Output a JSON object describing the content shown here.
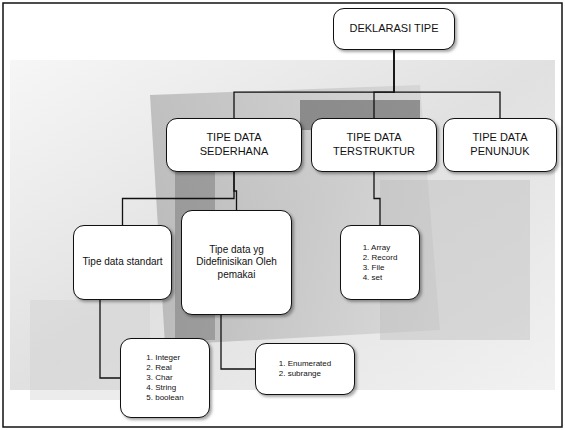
{
  "diagram": {
    "nodes": [
      {
        "text": [
          "DEKLARASI TIPE"
        ]
      },
      {
        "text": [
          "TIPE DATA SEDERHANA"
        ]
      },
      {
        "text": [
          "TIPE DATA TERSTRUKTUR"
        ]
      },
      {
        "text": [
          "TIPE DATA PENUNJUK"
        ]
      },
      {
        "text": [
          "Tipe data standart"
        ]
      },
      {
        "text": [
          "Tipe data yg Didefinisikan Oleh pemakai"
        ]
      },
      {
        "text": [
          "1. Array",
          "2. Record",
          "3. File",
          "4. set"
        ]
      },
      {
        "text": [
          "1. Integer",
          "2. Real",
          "3. Char",
          "4. String",
          "5. boolean"
        ]
      },
      {
        "text": [
          "1. Enumerated",
          "2. subrange"
        ]
      }
    ],
    "edges": [
      {
        "from": 0,
        "to": 1,
        "arrow": "none"
      },
      {
        "from": 0,
        "to": 2,
        "arrow": "none"
      },
      {
        "from": 0,
        "to": 3,
        "arrow": "none"
      },
      {
        "from": 1,
        "to": 4,
        "arrow": "none"
      },
      {
        "from": 1,
        "to": 5,
        "arrow": "none"
      },
      {
        "from": 2,
        "to": 6,
        "arrow": "none"
      },
      {
        "from": 4,
        "to": 7,
        "arrow": "none"
      },
      {
        "from": 5,
        "to": 8,
        "arrow": "none"
      }
    ]
  }
}
